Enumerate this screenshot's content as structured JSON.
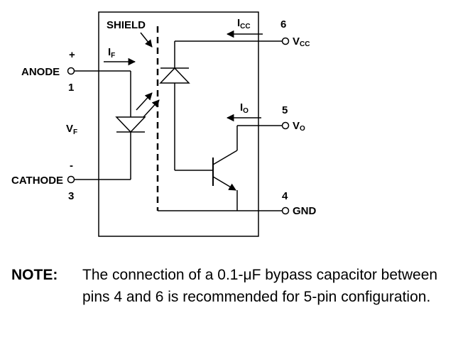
{
  "diagram": {
    "shield_label": "SHIELD",
    "icc_label": "I",
    "icc_sub": "CC",
    "if_label": "I",
    "if_sub": "F",
    "io_label": "I",
    "io_sub": "O",
    "vf_label": "V",
    "vf_sub": "F",
    "anode": {
      "name": "ANODE",
      "pin": "1",
      "polarity": "+"
    },
    "cathode": {
      "name": "CATHODE",
      "pin": "3",
      "polarity": "-"
    },
    "vcc": {
      "name": "V",
      "sub": "CC",
      "pin": "6"
    },
    "vo": {
      "name": "V",
      "sub": "O",
      "pin": "5"
    },
    "gnd": {
      "name": "GND",
      "pin": "4"
    }
  },
  "note": {
    "label": "NOTE:",
    "text": "The connection of a 0.1-μF bypass capacitor between pins 4 and 6 is recommended for 5-pin configuration."
  }
}
